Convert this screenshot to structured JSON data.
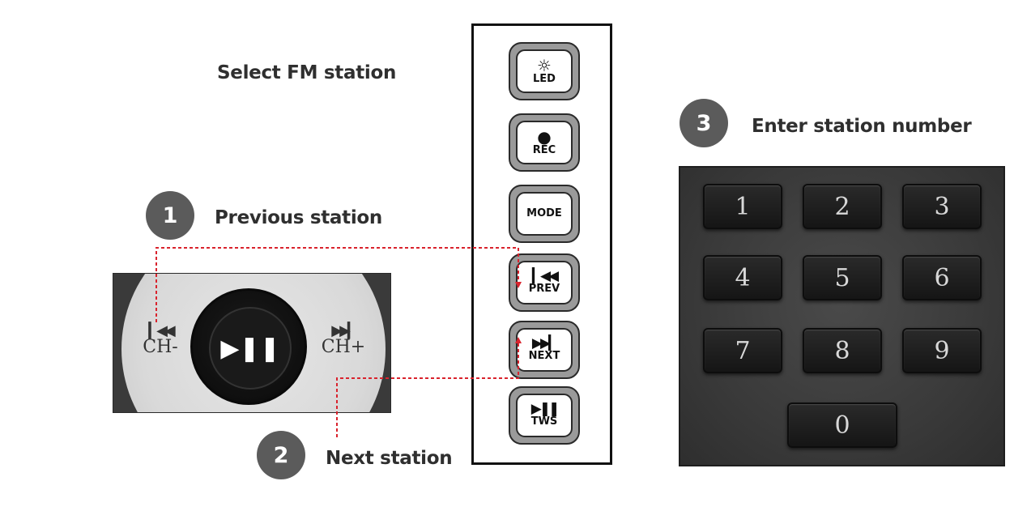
{
  "headings": {
    "select_fm": "Select FM station",
    "previous": "Previous station",
    "next": "Next station",
    "enter_number": "Enter station number"
  },
  "steps": [
    "1",
    "2",
    "3"
  ],
  "remote_buttons": [
    {
      "glyph": "☼",
      "label": "LED"
    },
    {
      "glyph": "●",
      "label": "REC"
    },
    {
      "glyph": "",
      "label": "MODE"
    },
    {
      "glyph": "▎◀◀",
      "label": "PREV"
    },
    {
      "glyph": "▶▶▎",
      "label": "NEXT"
    },
    {
      "glyph": "▶❚❚",
      "label": "TWS"
    }
  ],
  "photo": {
    "left_glyph": "▎◀◀",
    "left_label": "CH-",
    "center_glyph": "▶❚❚",
    "right_glyph": "▶▶▎",
    "right_label": "CH+"
  },
  "keypad": [
    "1",
    "2",
    "3",
    "4",
    "5",
    "6",
    "7",
    "8",
    "9",
    "0"
  ],
  "colors": {
    "step_circle": "#5b5b5b",
    "arrow": "#d9232d",
    "keypad_bg": "#3a3a3a"
  }
}
